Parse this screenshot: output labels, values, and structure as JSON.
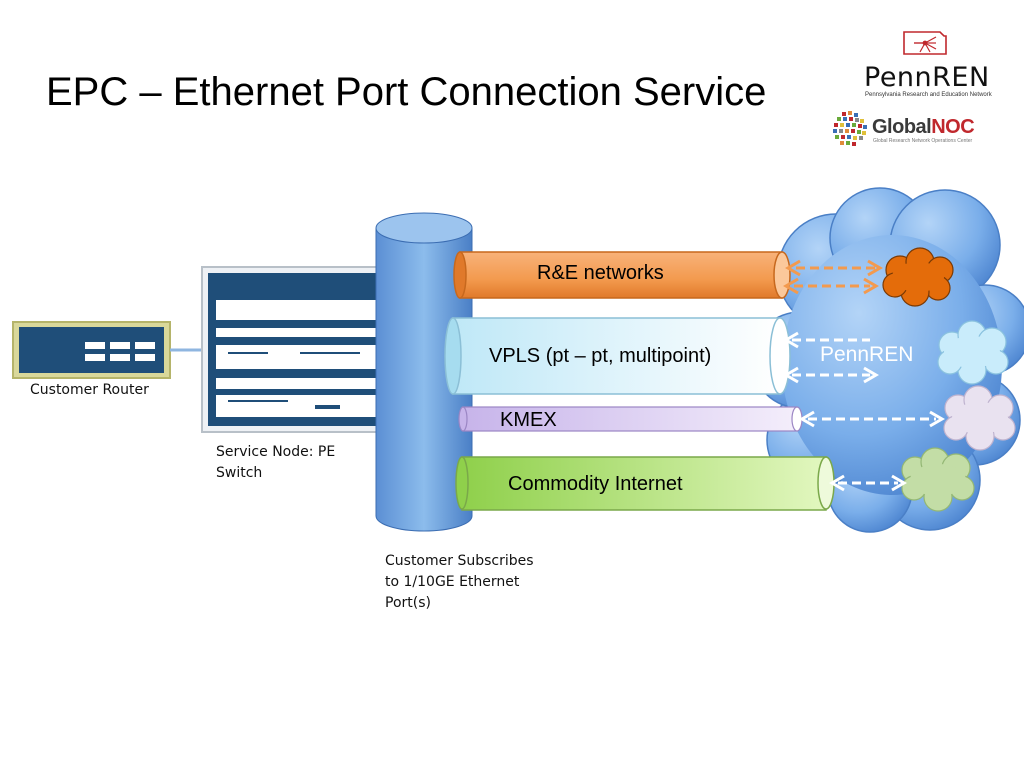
{
  "slide": {
    "title": "EPC – Ethernet Port Connection Service"
  },
  "logos": {
    "pennren": {
      "name": "PennREN",
      "tagline": "Pennsylvania Research and Education Network"
    },
    "globalnoc": {
      "prefix": "Global",
      "suffix": "NOC",
      "tagline": "Global Research Network Operations Center"
    }
  },
  "diagram": {
    "customer_router_label": "Customer Router",
    "service_node_label_line1": "Service Node: PE",
    "service_node_label_line2": "Switch",
    "subscribe_label_line1": "Customer Subscribes",
    "subscribe_label_line2": "to 1/10GE Ethernet",
    "subscribe_label_line3": "Port(s)",
    "cloud_label": "PennREN",
    "pipes": {
      "re": "R&E networks",
      "vpls": "VPLS (pt – pt, multipoint)",
      "kmex": "KMEX",
      "commodity": "Commodity Internet"
    },
    "colors": {
      "re": "#f39a4e",
      "vpls": "#c8ecf7",
      "kmex": "#d9c7ef",
      "commodity": "#b5e080",
      "cloud": "#5f97dd",
      "port_cylinder": "#6fa3de",
      "router": "#1f4e79"
    }
  }
}
